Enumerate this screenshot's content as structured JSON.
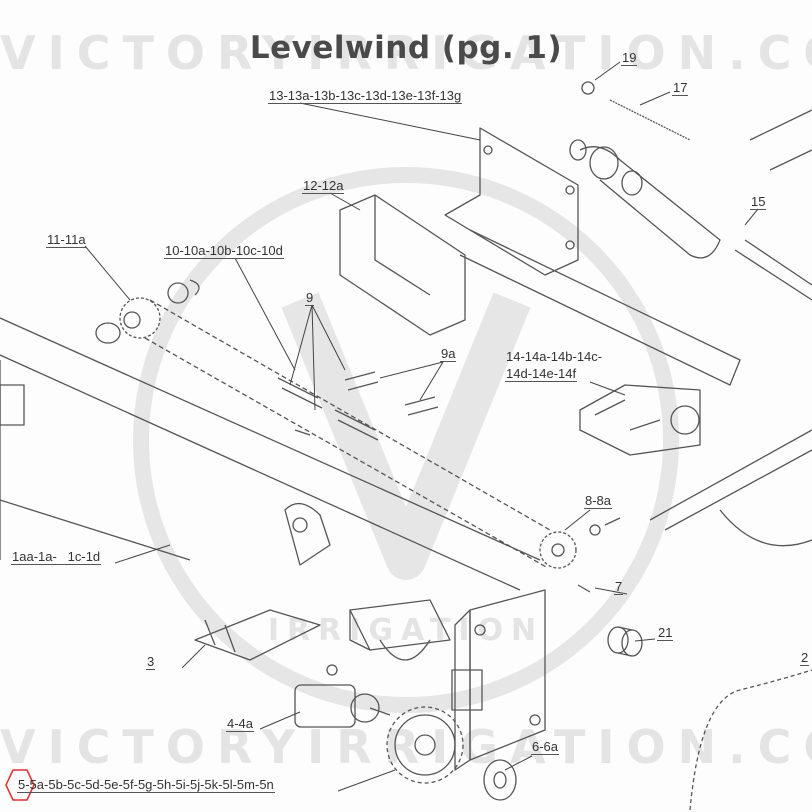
{
  "title": "Levelwind (pg. 1)",
  "watermark": {
    "brand": "VICTORYIRRIGATION.COM",
    "logo_text": "IRRIGATION"
  },
  "callouts": {
    "c19": "19",
    "c17": "17",
    "c13": "13-13a-13b-13c-13d-13e-13f-13g",
    "c15": "15",
    "c12": "12-12a",
    "c11": "11-11a",
    "c10": "10-10a-10b-10c-10d",
    "c9": "9",
    "c9a": "9a",
    "c14_line1": "14-14a-14b-14c-",
    "c14_line2": "14d-14e-14f",
    "c8": "8-8a",
    "c1": "1aa-1a-   1c-1d",
    "c7": "7",
    "c21": "21",
    "c2": "2",
    "c3": "3",
    "c4": "4-4a",
    "c6": "6-6a",
    "c5": "5-5a-5b-5c-5d-5e-5f-5g-5h-5i-5j-5k-5l-5m-5n"
  },
  "colors": {
    "line": "#555555",
    "watermark": "#e4e4e4",
    "highlight": "#e03030"
  }
}
